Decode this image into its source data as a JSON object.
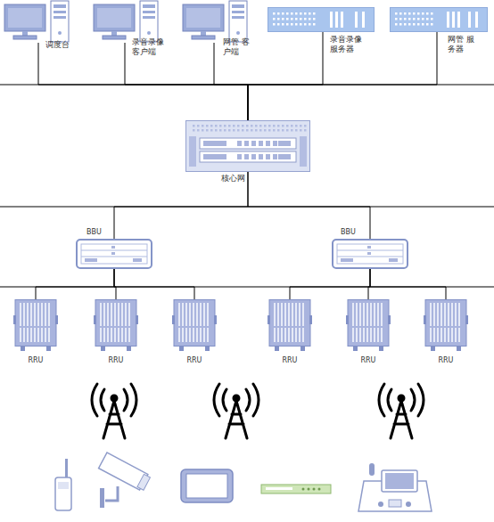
{
  "diagram": {
    "nodes": [
      {
        "text": [
          "调度台"
        ]
      },
      {
        "text": [
          "录音录像 客户端"
        ]
      },
      {
        "text": [
          "网管 客户端"
        ]
      },
      {
        "text": [
          "录音录像 服务器"
        ]
      },
      {
        "text": [
          "网管 服务器"
        ]
      },
      {
        "text": [
          "核心网"
        ]
      },
      {
        "text": [
          "BBU"
        ]
      },
      {
        "text": [
          "BBU"
        ]
      },
      {
        "text": [
          "RRU"
        ]
      },
      {
        "text": [
          "RRU"
        ]
      },
      {
        "text": [
          "RRU"
        ]
      },
      {
        "text": [
          "RRU"
        ]
      },
      {
        "text": [
          "RRU"
        ]
      },
      {
        "text": [
          "RRU"
        ]
      }
    ],
    "edges": [
      {
        "from": 0,
        "to": 5,
        "arrow": "none"
      },
      {
        "from": 1,
        "to": 5,
        "arrow": "none"
      },
      {
        "from": 2,
        "to": 5,
        "arrow": "none"
      },
      {
        "from": 3,
        "to": 5,
        "arrow": "none"
      },
      {
        "from": 4,
        "to": 5,
        "arrow": "none"
      },
      {
        "from": 5,
        "to": 6,
        "arrow": "none"
      },
      {
        "from": 5,
        "to": 7,
        "arrow": "none"
      },
      {
        "from": 6,
        "to": 8,
        "arrow": "none"
      },
      {
        "from": 6,
        "to": 9,
        "arrow": "none"
      },
      {
        "from": 6,
        "to": 10,
        "arrow": "none"
      },
      {
        "from": 7,
        "to": 11,
        "arrow": "none"
      },
      {
        "from": 7,
        "to": 12,
        "arrow": "none"
      },
      {
        "from": 7,
        "to": 13,
        "arrow": "none"
      }
    ]
  }
}
